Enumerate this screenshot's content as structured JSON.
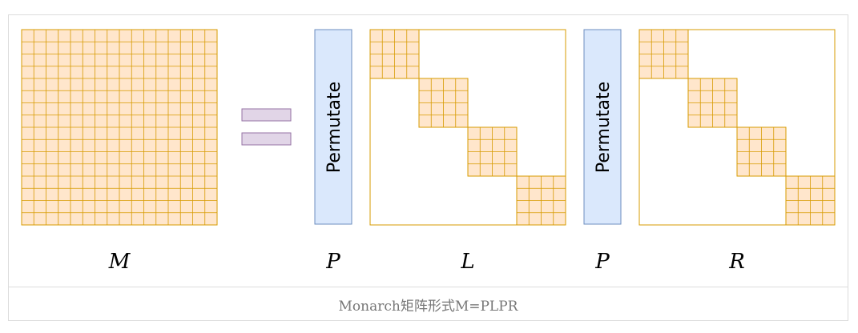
{
  "equals_sign": "=",
  "permute_boxes": [
    {
      "text": "Permutate",
      "label": "P"
    },
    {
      "text": "Permutate",
      "label": "P"
    }
  ],
  "matrices": [
    {
      "label": "M",
      "kind": "dense",
      "grid": 16
    },
    {
      "label": "L",
      "kind": "block-diagonal",
      "blocks": 4,
      "block_grid": 4
    },
    {
      "label": "R",
      "kind": "block-diagonal",
      "blocks": 4,
      "block_grid": 4
    }
  ],
  "caption": "Monarch矩阵形式M=PLPR",
  "colors": {
    "cell_fill": "#ffe6cc",
    "cell_stroke": "#d79b00",
    "permute_fill": "#dae8fc",
    "permute_stroke": "#6c8ebf",
    "equals_fill": "#e1d5e7",
    "equals_stroke": "#9673a6"
  }
}
